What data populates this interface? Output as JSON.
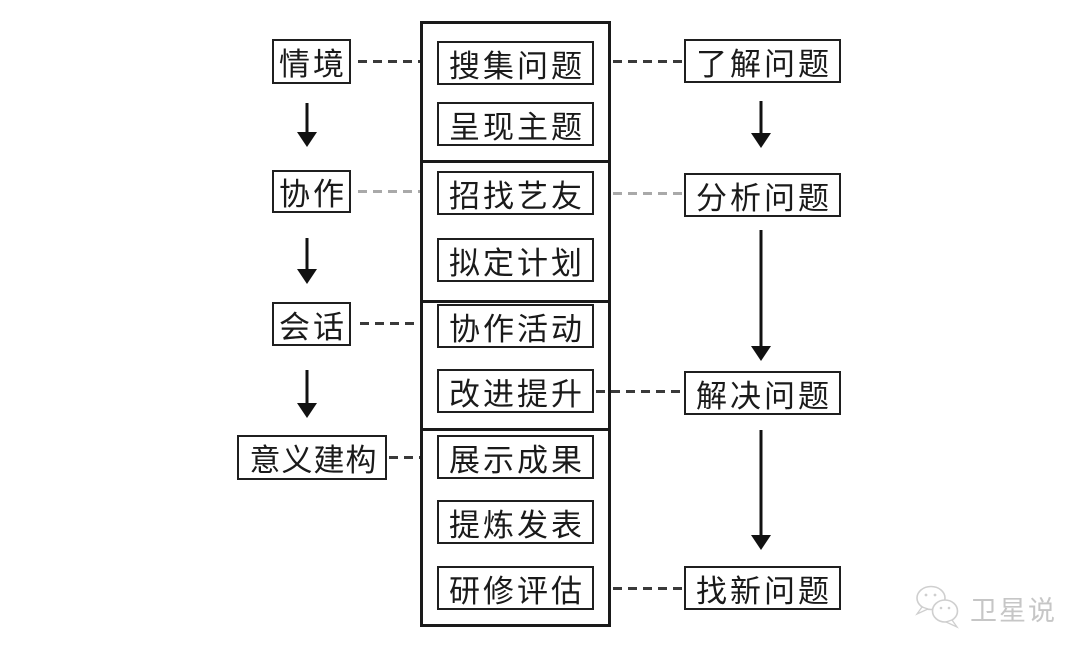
{
  "diagram": {
    "left_flow": [
      {
        "label": "情境"
      },
      {
        "label": "协作"
      },
      {
        "label": "会话"
      },
      {
        "label": "意义建构"
      }
    ],
    "center_steps": [
      "搜集问题",
      "呈现主题",
      "招找艺友",
      "拟定计划",
      "协作活动",
      "改进提升",
      "展示成果",
      "提炼发表",
      "研修评估"
    ],
    "right_flow": [
      "了解问题",
      "分析问题",
      "解决问题",
      "找新问题"
    ],
    "colors": {
      "box_border": "#1f1f1f",
      "text": "#1a1a1a",
      "dash_dark": "#3a3a3a",
      "dash_light": "#a9a9a9",
      "background": "#ffffff",
      "watermark": "#c6c6c6"
    }
  },
  "watermark": {
    "label": "卫星说",
    "icon": "wechat-bubbles-icon"
  }
}
